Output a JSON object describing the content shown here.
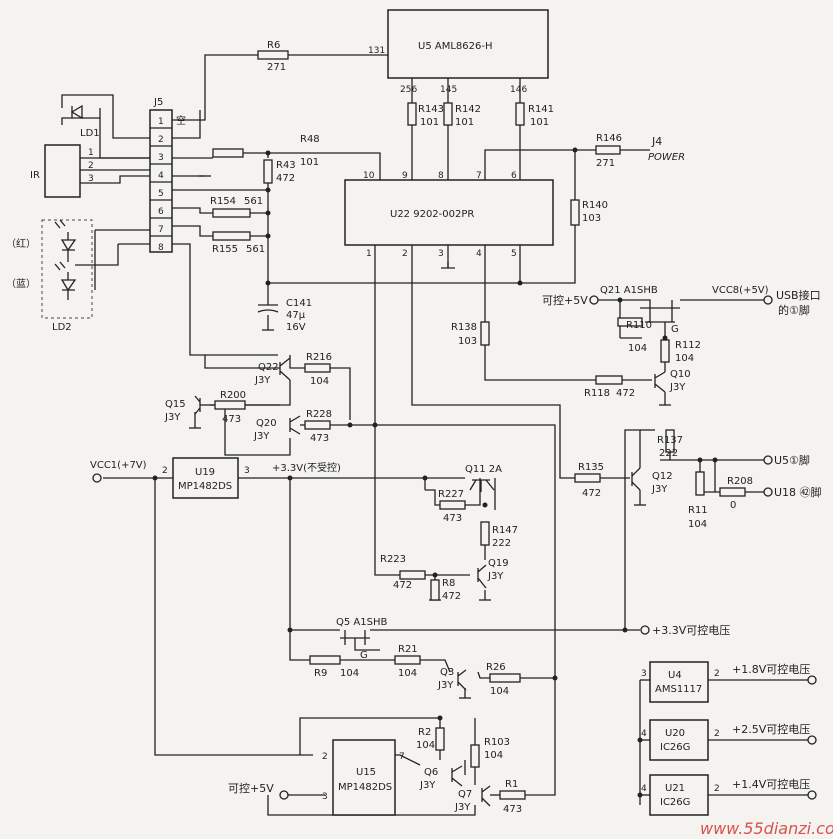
{
  "ics": {
    "u5": "U5 AML8626-H",
    "u22": "U22 9202-002PR",
    "u19": [
      "U19",
      "MP1482DS"
    ],
    "u15": [
      "U15",
      "MP1482DS"
    ],
    "u4": [
      "U4",
      "AMS1117"
    ],
    "u20": [
      "U20",
      "IC26G"
    ],
    "u21": [
      "U21",
      "IC26G"
    ],
    "j5": "J5"
  },
  "pins": {
    "u5": [
      "131",
      "256",
      "145",
      "146"
    ],
    "u22_top": [
      "10",
      "9",
      "8",
      "7",
      "6"
    ],
    "u22_bottom": [
      "1",
      "2",
      "3",
      "4",
      "5"
    ],
    "j5": [
      "1",
      "2",
      "3",
      "4",
      "5",
      "6",
      "7",
      "8"
    ],
    "ir": [
      "1",
      "2",
      "3"
    ],
    "u19": [
      "2",
      "3"
    ],
    "u15": [
      "2",
      "7",
      "3"
    ],
    "u4": [
      "3",
      "2"
    ],
    "u20": [
      "4",
      "2"
    ],
    "u21": [
      "4",
      "2"
    ]
  },
  "components": {
    "r6": [
      "R6",
      "271"
    ],
    "r48": [
      "R48",
      "101"
    ],
    "r43": [
      "R43",
      "472"
    ],
    "r143": [
      "R143",
      "101"
    ],
    "r142": [
      "R142",
      "101"
    ],
    "r141": [
      "R141",
      "101"
    ],
    "r146": [
      "R146",
      "271"
    ],
    "r140": [
      "R140",
      "103"
    ],
    "r154": [
      "R154",
      "561"
    ],
    "r155": [
      "R155",
      "561"
    ],
    "c141": [
      "C141",
      "47μ",
      "16V"
    ],
    "r138": [
      "R138",
      "103"
    ],
    "r110": [
      "R110",
      "104"
    ],
    "r112": [
      "R112",
      "104"
    ],
    "r118": [
      "R118",
      "472"
    ],
    "r216": [
      "R216",
      "104"
    ],
    "r200": [
      "R200",
      "473"
    ],
    "r228": [
      "R228",
      "473"
    ],
    "r227": [
      "R227",
      "473"
    ],
    "r147": [
      "R147",
      "222"
    ],
    "r223": [
      "R223",
      "472"
    ],
    "r8": [
      "R8",
      "472"
    ],
    "r137": [
      "R137",
      "222"
    ],
    "r135": [
      "R135",
      "472"
    ],
    "r11": [
      "R11",
      "104"
    ],
    "r208": [
      "R208",
      "0"
    ],
    "r9": [
      "R9",
      "104"
    ],
    "r21": [
      "R21",
      "104"
    ],
    "r26": [
      "R26",
      "104"
    ],
    "r2": [
      "R2",
      "104"
    ],
    "r103": [
      "R103",
      "104"
    ],
    "r1": [
      "R1",
      "473"
    ],
    "q21": "Q21 A1SHB",
    "q10": [
      "Q10",
      "J3Y"
    ],
    "q22": [
      "Q22",
      "J3Y"
    ],
    "q15": [
      "Q15",
      "J3Y"
    ],
    "q20": [
      "Q20",
      "J3Y"
    ],
    "q11": "Q11 2A",
    "q19": [
      "Q19",
      "J3Y"
    ],
    "q12": [
      "Q12",
      "J3Y"
    ],
    "q5": "Q5 A1SHB",
    "q3": [
      "Q3",
      "J3Y"
    ],
    "q6": [
      "Q6",
      "J3Y"
    ],
    "q7": [
      "Q7",
      "J3Y"
    ],
    "ld1": "LD1",
    "ld2": "LD2",
    "ir": "IR",
    "g": "G",
    "red": "（红）",
    "blue": "（蓝）",
    "kong": "空"
  },
  "signals": {
    "j4": "J4",
    "power": "POWER",
    "kekong5v_top": "可控+5V",
    "vcc8": "VCC8(+5V)",
    "usb": "USB接口",
    "usb_pin": "的①脚",
    "u5_pin": "U5①脚",
    "u18_pin": "U18 ㊷脚",
    "vcc1": "VCC1(+7V)",
    "v33_unswitched": "+3.3V(不受控)",
    "v33_switched": "+3.3V可控电压",
    "v18": "+1.8V可控电压",
    "v25": "+2.5V可控电压",
    "v14": "+1.4V可控电压",
    "kekong5v_bottom": "可控+5V"
  },
  "watermark": "www.55dianzi.com"
}
